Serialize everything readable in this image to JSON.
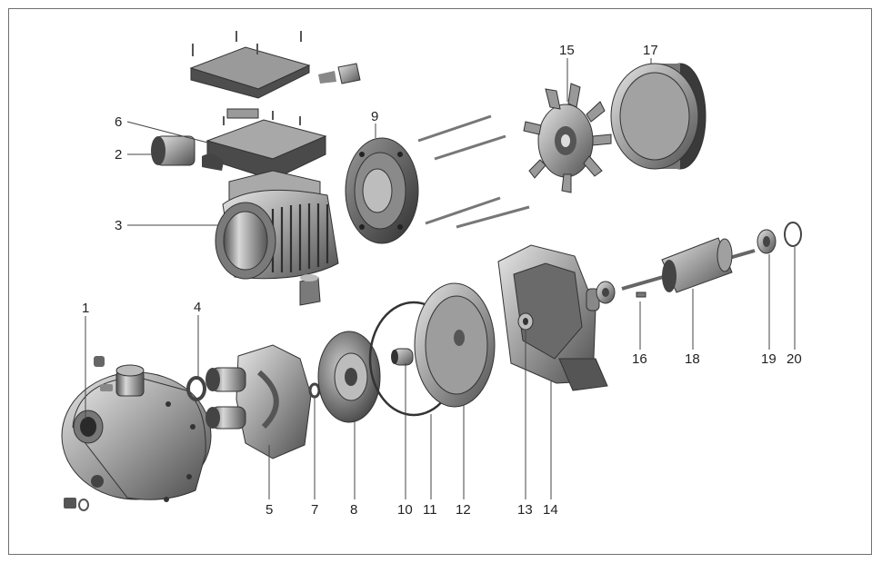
{
  "figure": {
    "title": "",
    "labels": [
      "1",
      "2",
      "3",
      "4",
      "5",
      "6",
      "7",
      "8",
      "9",
      "10",
      "11",
      "12",
      "13",
      "14",
      "15",
      "16",
      "17",
      "18",
      "19",
      "20"
    ],
    "colors": {
      "frame": "#6f6f6f",
      "part_dark": "#5c5c5c",
      "part_mid": "#9a9a9a",
      "part_light": "#d4d4d4",
      "text": "#222222"
    }
  }
}
